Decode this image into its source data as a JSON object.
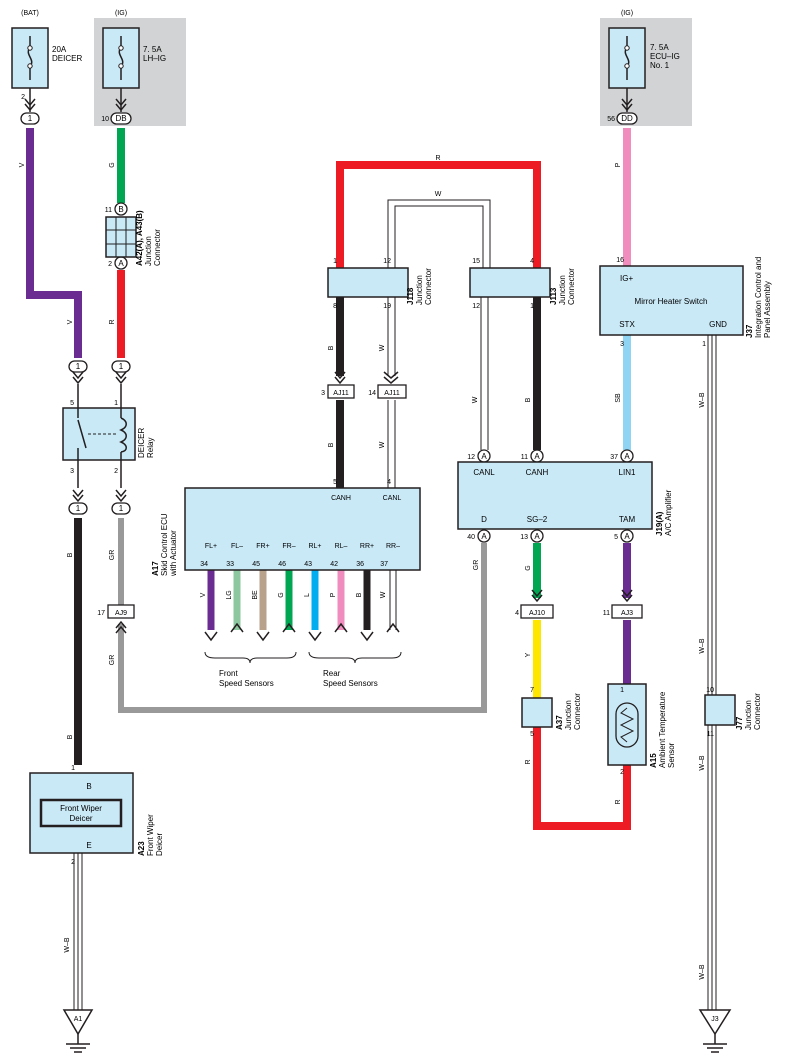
{
  "colors": {
    "violet": "#6a2c91",
    "green": "#00a651",
    "red": "#ed1c24",
    "black": "#231f20",
    "gray": "#999999",
    "light_blue": "#8fd4f2",
    "pink": "#f08cbe",
    "yellow": "#ffe600",
    "comp_fill": "#c9e9f7",
    "shade": "#d1d3d4"
  },
  "sources": {
    "bat": "(BAT)",
    "ig1": "(IG)",
    "ig2": "(IG)"
  },
  "fuses": {
    "deicer": {
      "amp": "20A",
      "name": "DEICER"
    },
    "lhig": {
      "amp": "7. 5A",
      "name": "LH–IG"
    },
    "ecuig": {
      "amp": "7. 5A",
      "name1": "ECU–IG",
      "name2": "No. 1"
    }
  },
  "pins": {
    "p2a": "2",
    "p1a": "1",
    "p10": "10",
    "pDB": "DB",
    "p56": "56",
    "pDD": "DD",
    "p11b": "11",
    "pB": "B",
    "p2b": "2",
    "pA": "A",
    "p5r": "5",
    "p1r": "1",
    "p3r": "3",
    "p2r": "2",
    "p1c1": "1",
    "p1c2": "1",
    "p1c3": "1",
    "p1c4": "1",
    "p17": "17",
    "pAJ9": "AJ9",
    "p3aj": "3",
    "pAJ11a": "AJ11",
    "p14": "14",
    "pAJ11b": "AJ11",
    "j118_1": "1",
    "j118_12": "12",
    "j118_8": "8",
    "j118_19": "19",
    "j113_15": "15",
    "j113_4": "4",
    "j113_12": "12",
    "j113_1": "1",
    "a17_5": "5",
    "a17_4": "4",
    "s34": "34",
    "s33": "33",
    "s45": "45",
    "s46": "46",
    "s43": "43",
    "s42": "42",
    "s36": "36",
    "s37": "37",
    "j19_12": "12",
    "j19_11": "11",
    "j19_37": "37",
    "j19_40": "40",
    "j19_13": "13",
    "j19_5": "5",
    "j37_16": "16",
    "j37_3": "3",
    "j37_1": "1",
    "p4aj": "4",
    "pAJ10": "AJ10",
    "p11aj": "11",
    "pAJ3": "AJ3",
    "a37_7": "7",
    "a37_5": "5",
    "a15_1": "1",
    "a15_2": "2",
    "j77_10": "10",
    "j77_11": "11",
    "a23_1": "1",
    "a23_2": "2"
  },
  "wires": {
    "v1": "V",
    "v2": "V",
    "g1": "G",
    "r1": "R",
    "b1": "B",
    "b2": "B",
    "gr1": "GR",
    "gr2": "GR",
    "gr3": "GR",
    "r_top": "R",
    "w_top": "W",
    "b_j118": "B",
    "w_j118": "W",
    "b_aj11": "B",
    "w_aj11": "W",
    "w_j113": "W",
    "b_j113": "B",
    "p_dd": "P",
    "sb": "SB",
    "wb1": "W–B",
    "wb2": "W–B",
    "wb3": "W–B",
    "wb4": "W–B",
    "wb5": "W–B",
    "s_v": "V",
    "s_lg": "LG",
    "s_be": "BE",
    "s_g": "G",
    "s_l": "L",
    "s_p": "P",
    "s_b": "B",
    "s_w": "W",
    "g_aj10": "G",
    "y": "Y",
    "r_a37": "R",
    "r_a15": "R"
  },
  "components": {
    "a42": {
      "id": "A42(A), A43(B)",
      "n1": "Junction",
      "n2": "Connector"
    },
    "relay": {
      "n1": "DEICER",
      "n2": "Relay"
    },
    "j118": {
      "id": "J118",
      "n1": "Junction",
      "n2": "Connector"
    },
    "j113": {
      "id": "J113",
      "n1": "Junction",
      "n2": "Connector"
    },
    "a17": {
      "id": "A17",
      "n1": "Skid Control ECU",
      "n2": "with Actuator",
      "canh": "CANH",
      "canl": "CANL",
      "terms": [
        "FL+",
        "FL–",
        "FR+",
        "FR–",
        "RL+",
        "RL–",
        "RR+",
        "RR–"
      ]
    },
    "j37": {
      "id": "J37",
      "n1": "Integration Control and",
      "n2": "Panel Assembly",
      "ig": "IG+",
      "name": "Mirror Heater Switch",
      "stx": "STX",
      "gnd": "GND"
    },
    "j19": {
      "id": "J19(A)",
      "n1": "A/C Amplifier",
      "canl": "CANL",
      "canh": "CANH",
      "lin": "LIN1",
      "d": "D",
      "sg": "SG–2",
      "tam": "TAM"
    },
    "a37": {
      "id": "A37",
      "n1": "Junction",
      "n2": "Connector"
    },
    "a15": {
      "id": "A15",
      "n1": "Ambient Temperature",
      "n2": "Sensor"
    },
    "j77": {
      "id": "J77",
      "n1": "Junction",
      "n2": "Connector"
    },
    "a23": {
      "id": "A23",
      "n1": "Front Wiper",
      "n2": "Deicer",
      "box1": "Front Wiper",
      "box2": "Deicer",
      "b": "B",
      "e": "E"
    }
  },
  "groups": {
    "front1": "Front",
    "front2": "Speed Sensors",
    "rear1": "Rear",
    "rear2": "Speed Sensors"
  },
  "grounds": {
    "a1": "A1",
    "j3": "J3"
  }
}
